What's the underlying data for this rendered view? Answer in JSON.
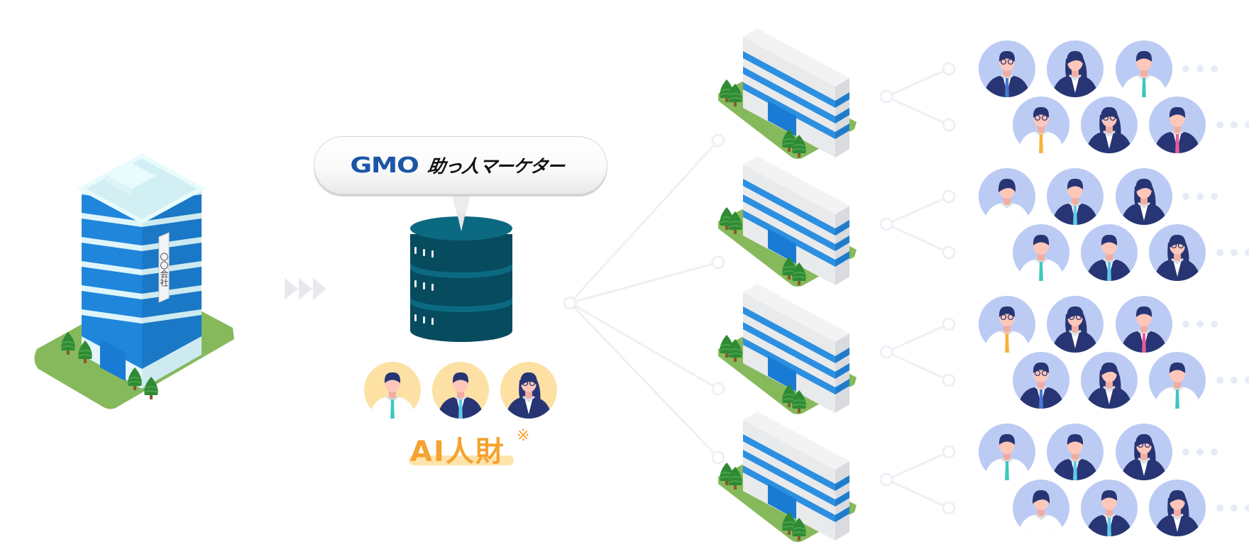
{
  "diagram": {
    "client_company": {
      "label": "client-building",
      "sign_text": "〇〇会社"
    },
    "flow_arrow": {
      "icon": "triple-chevron-right-icon",
      "color": "#e8e9ee"
    },
    "service_bubble": {
      "brand": "GMO",
      "service_name": "助っ人マーケター",
      "brand_color": "#1b56a6"
    },
    "database": {
      "icon": "database-icon",
      "top_color": "#0b6a82",
      "body_color": "#074b5f"
    },
    "ai_talent": {
      "label": "AI人財",
      "note_mark": "※",
      "accent_color": "#f5a22f",
      "avatar_bg": "#fde1a4",
      "avatars": [
        {
          "type": "man-white-shirt",
          "tie": "#3ec7c0",
          "glasses": false
        },
        {
          "type": "man-suit",
          "tie": "#5fcbe8",
          "glasses": false
        },
        {
          "type": "woman-suit",
          "tie": null,
          "glasses": true
        }
      ]
    },
    "network": {
      "line_color": "#eef0f5",
      "branches": 4
    },
    "companies": [
      {
        "name": "company-1",
        "rows": [
          [
            {
              "type": "man-suit",
              "tie": "#4a7ad0",
              "glasses": true
            },
            {
              "type": "woman-suit-longhair",
              "tie": null,
              "glasses": false
            },
            {
              "type": "man-white-shirt",
              "tie": "#3ec7c0",
              "glasses": false
            }
          ],
          [
            {
              "type": "man-white-shirt",
              "tie": "#f7b23b",
              "glasses": true
            },
            {
              "type": "woman-suit",
              "tie": null,
              "glasses": true
            },
            {
              "type": "man-suit",
              "tie": "#ea5a99",
              "glasses": false
            }
          ]
        ]
      },
      {
        "name": "company-2",
        "rows": [
          [
            {
              "type": "woman-white-shirt",
              "tie": null,
              "glasses": false
            },
            {
              "type": "man-suit",
              "tie": "#5fcbe8",
              "glasses": false
            },
            {
              "type": "woman-suit-bob",
              "tie": null,
              "glasses": false
            }
          ],
          [
            {
              "type": "man-white-shirt",
              "tie": "#3ec7c0",
              "glasses": false
            },
            {
              "type": "man-suit",
              "tie": "#5fcbe8",
              "glasses": false
            },
            {
              "type": "woman-suit",
              "tie": null,
              "glasses": true
            }
          ]
        ]
      },
      {
        "name": "company-3",
        "rows": [
          [
            {
              "type": "man-white-shirt",
              "tie": "#f7b23b",
              "glasses": true
            },
            {
              "type": "woman-suit",
              "tie": null,
              "glasses": true
            },
            {
              "type": "man-suit",
              "tie": "#ea5a99",
              "glasses": false
            }
          ],
          [
            {
              "type": "man-suit",
              "tie": "#4a7ad0",
              "glasses": true
            },
            {
              "type": "woman-suit-longhair",
              "tie": null,
              "glasses": false
            },
            {
              "type": "man-white-shirt",
              "tie": "#3ec7c0",
              "glasses": false
            }
          ]
        ]
      },
      {
        "name": "company-4",
        "rows": [
          [
            {
              "type": "man-white-shirt",
              "tie": "#3ec7c0",
              "glasses": false
            },
            {
              "type": "man-suit",
              "tie": "#5fcbe8",
              "glasses": false
            },
            {
              "type": "woman-suit",
              "tie": null,
              "glasses": true
            }
          ],
          [
            {
              "type": "woman-white-shirt",
              "tie": null,
              "glasses": false
            },
            {
              "type": "man-suit",
              "tie": "#5fcbe8",
              "glasses": false
            },
            {
              "type": "woman-suit-bob",
              "tie": null,
              "glasses": false
            }
          ]
        ]
      }
    ],
    "more_indicator": "…",
    "people_avatar_bg": "#bccbf4"
  }
}
